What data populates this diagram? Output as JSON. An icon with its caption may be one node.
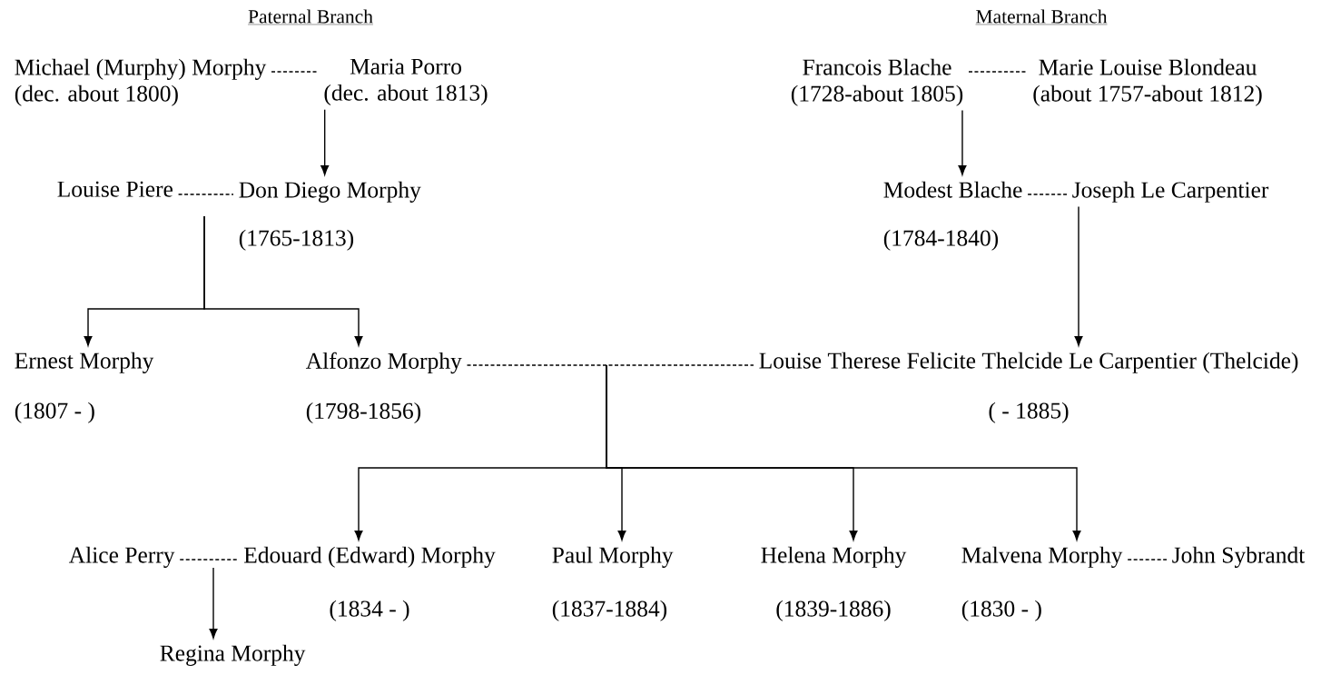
{
  "diagram": {
    "nodes": [
      {
        "text": [
          "Michael (Murphy) Morphy",
          "(dec. about 1800)"
        ]
      },
      {
        "text": [
          "Maria Porro",
          "(dec. about 1813)"
        ]
      },
      {
        "text": [
          "Francois Blache",
          "(1728-about 1805)"
        ]
      },
      {
        "text": [
          "Marie Louise Blondeau",
          "(about 1757-about 1812)"
        ]
      },
      {
        "text": [
          "Louise Piere"
        ]
      },
      {
        "text": [
          "Don Diego Morphy",
          "(1765-1813)"
        ]
      },
      {
        "text": [
          "Modest Blache",
          "(1784-1840)"
        ]
      },
      {
        "text": [
          "Joseph Le Carpentier"
        ]
      },
      {
        "text": [
          "Ernest Morphy",
          "(1807 - )"
        ]
      },
      {
        "text": [
          "Alfonzo Morphy",
          "(1798-1856)"
        ]
      },
      {
        "text": [
          "Louise Therese Felicite Thelcide Le Carpentier (Thelcide)",
          "( - 1885)"
        ]
      },
      {
        "text": [
          "Alice Perry"
        ]
      },
      {
        "text": [
          "Edouard (Edward) Morphy",
          "(1834 - )"
        ]
      },
      {
        "text": [
          "Paul Morphy",
          "(1837-1884)"
        ]
      },
      {
        "text": [
          "Helena Morphy",
          "(1839-1886)"
        ]
      },
      {
        "text": [
          "Malvena Morphy",
          "(1830 - )"
        ]
      },
      {
        "text": [
          "John Sybrandt"
        ]
      },
      {
        "text": [
          "Regina Morphy"
        ]
      }
    ],
    "edges": [
      {
        "from": 0,
        "to": 1,
        "arrow": "none",
        "style": "dashed"
      },
      {
        "from": 2,
        "to": 3,
        "arrow": "none",
        "style": "dashed"
      },
      {
        "from": 1,
        "to": 5,
        "arrow": "to"
      },
      {
        "from": 2,
        "to": 6,
        "arrow": "to"
      },
      {
        "from": 4,
        "to": 5,
        "arrow": "none",
        "style": "dashed"
      },
      {
        "from": 6,
        "to": 7,
        "arrow": "none",
        "style": "dashed"
      },
      {
        "from": null,
        "to": 8,
        "arrow": "to"
      },
      {
        "from": null,
        "to": 9,
        "arrow": "to"
      },
      {
        "from": 7,
        "to": 10,
        "arrow": "to"
      },
      {
        "from": 9,
        "to": 10,
        "arrow": "none",
        "style": "dashed"
      },
      {
        "from": null,
        "to": 12,
        "arrow": "to"
      },
      {
        "from": null,
        "to": 13,
        "arrow": "to"
      },
      {
        "from": null,
        "to": 14,
        "arrow": "to"
      },
      {
        "from": null,
        "to": 15,
        "arrow": "to"
      },
      {
        "from": 11,
        "to": 12,
        "arrow": "none",
        "style": "dashed"
      },
      {
        "from": 15,
        "to": 16,
        "arrow": "none",
        "style": "dashed"
      },
      {
        "from": null,
        "to": 17,
        "arrow": "to"
      }
    ],
    "labels": [
      "Paternal Branch",
      "Maternal Branch"
    ]
  }
}
